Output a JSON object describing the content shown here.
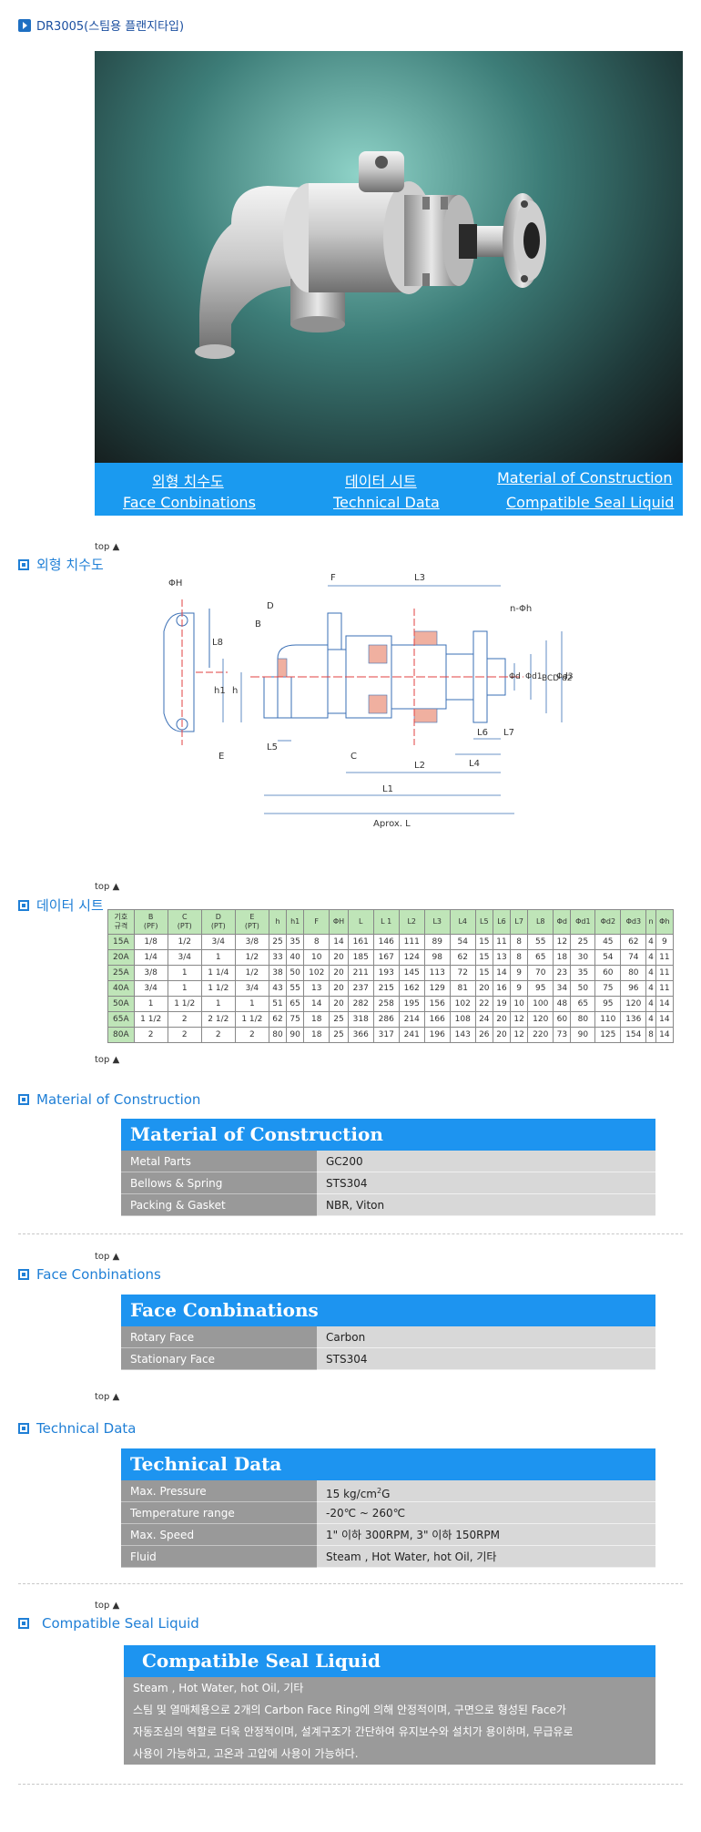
{
  "page_title": "DR3005(스팀용 플랜지타입)",
  "nav": {
    "row1": [
      "외형 치수도",
      "데이터 시트",
      "Material of Construction"
    ],
    "row2": [
      "Face Conbinations",
      "Technical Data",
      "Compatible Seal Liquid"
    ]
  },
  "top_label": "top ▲",
  "sections": {
    "dimensions": "외형 치수도",
    "datasheet": "데이터 시트",
    "material": "Material of Construction",
    "face": "Face Conbinations",
    "technical": "Technical Data",
    "liquid": "Compatible Seal Liquid"
  },
  "drawing_labels": {
    "F": "F",
    "L3": "L3",
    "phiH": "ΦH",
    "L8": "L8",
    "D": "D",
    "B": "B",
    "nphih": "n-Φh",
    "h1": "h1",
    "h": "h",
    "phid": "Φd",
    "phid1": "Φd1",
    "BCD": "BCD d2",
    "phid3": "Φd3",
    "E": "E",
    "L5": "L5",
    "C": "C",
    "L6": "L6",
    "L7": "L7",
    "L4": "L4",
    "L2": "L2",
    "L1": "L1",
    "Aprox": "Aprox. L"
  },
  "datasheet": {
    "headers": [
      "기호\n규격",
      "B\n(PF)",
      "C\n(PT)",
      "D\n(PT)",
      "E\n(PT)",
      "h",
      "h1",
      "F",
      "ΦH",
      "L",
      "L 1",
      "L2",
      "L3",
      "L4",
      "L5",
      "L6",
      "L7",
      "L8",
      "Φd",
      "Φd1",
      "Φd2",
      "Φd3",
      "n",
      "Φh"
    ],
    "rows": [
      [
        "15A",
        "1/8",
        "1/2",
        "3/4",
        "3/8",
        "25",
        "35",
        "8",
        "14",
        "161",
        "146",
        "111",
        "89",
        "54",
        "15",
        "11",
        "8",
        "55",
        "12",
        "25",
        "45",
        "62",
        "4",
        "9"
      ],
      [
        "20A",
        "1/4",
        "3/4",
        "1",
        "1/2",
        "33",
        "40",
        "10",
        "20",
        "185",
        "167",
        "124",
        "98",
        "62",
        "15",
        "13",
        "8",
        "65",
        "18",
        "30",
        "54",
        "74",
        "4",
        "11"
      ],
      [
        "25A",
        "3/8",
        "1",
        "1 1/4",
        "1/2",
        "38",
        "50",
        "102",
        "20",
        "211",
        "193",
        "145",
        "113",
        "72",
        "15",
        "14",
        "9",
        "70",
        "23",
        "35",
        "60",
        "80",
        "4",
        "11"
      ],
      [
        "40A",
        "3/4",
        "1",
        "1 1/2",
        "3/4",
        "43",
        "55",
        "13",
        "20",
        "237",
        "215",
        "162",
        "129",
        "81",
        "20",
        "16",
        "9",
        "95",
        "34",
        "50",
        "75",
        "96",
        "4",
        "11"
      ],
      [
        "50A",
        "1",
        "1 1/2",
        "1",
        "1",
        "51",
        "65",
        "14",
        "20",
        "282",
        "258",
        "195",
        "156",
        "102",
        "22",
        "19",
        "10",
        "100",
        "48",
        "65",
        "95",
        "120",
        "4",
        "14"
      ],
      [
        "65A",
        "1 1/2",
        "2",
        "2 1/2",
        "1 1/2",
        "62",
        "75",
        "18",
        "25",
        "318",
        "286",
        "214",
        "166",
        "108",
        "24",
        "20",
        "12",
        "120",
        "60",
        "80",
        "110",
        "136",
        "4",
        "14"
      ],
      [
        "80A",
        "2",
        "2",
        "2",
        "2",
        "80",
        "90",
        "18",
        "25",
        "366",
        "317",
        "241",
        "196",
        "143",
        "26",
        "20",
        "12",
        "220",
        "73",
        "90",
        "125",
        "154",
        "8",
        "14"
      ]
    ]
  },
  "material": {
    "title": "Material of Construction",
    "rows": [
      {
        "k": "Metal Parts",
        "v": "GC200"
      },
      {
        "k": "Bellows & Spring",
        "v": "STS304"
      },
      {
        "k": "Packing & Gasket",
        "v": "NBR, Viton"
      }
    ]
  },
  "face": {
    "title": "Face Conbinations",
    "rows": [
      {
        "k": "Rotary Face",
        "v": "Carbon"
      },
      {
        "k": "Stationary Face",
        "v": "STS304"
      }
    ]
  },
  "technical": {
    "title": "Technical Data",
    "rows": [
      {
        "k": "Max. Pressure",
        "v": "15 kg/cm",
        "sup": "2",
        "tail": "G"
      },
      {
        "k": "Temperature range",
        "v": "-20℃ ~ 260℃"
      },
      {
        "k": "Max. Speed",
        "v": "1\" 이하 300RPM,  3\" 이하 150RPM"
      },
      {
        "k": "Fluid",
        "v": "Steam , Hot Water, hot Oil, 기타"
      }
    ]
  },
  "liquid": {
    "title": "Compatible Seal Liquid",
    "line1": "Steam , Hot Water, hot Oil, 기타",
    "line2": "스팀 및 열매체용으로 2개의 Carbon Face Ring에 의해 안정적이며, 구면으로 형성된 Face가",
    "line3": "자동조심의 역할로 더욱 안정적이며, 설계구조가 간단하여 유지보수와 설치가 용이하며, 무급유로",
    "line4": "사용이 가능하고, 고온과 고압에 사용이 가능하다."
  }
}
